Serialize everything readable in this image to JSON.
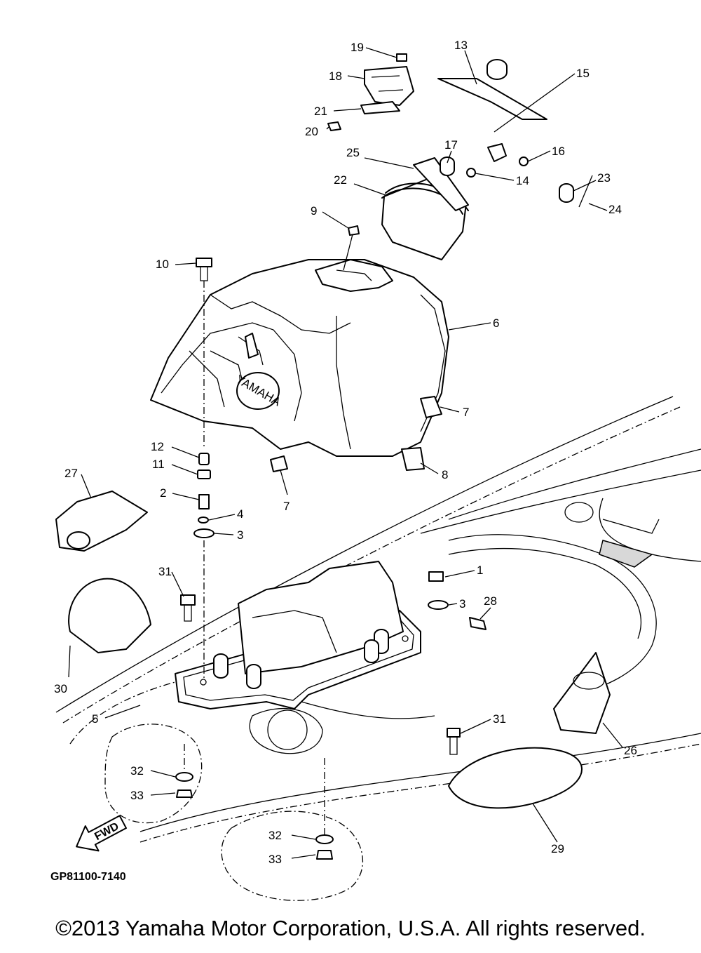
{
  "diagram": {
    "drawing_code": "GP81100-7140",
    "fwd_arrow_text": "FWD",
    "logo_text": "YAMAHA",
    "callouts": [
      {
        "id": "c19",
        "text": "19"
      },
      {
        "id": "c13",
        "text": "13"
      },
      {
        "id": "c18",
        "text": "18"
      },
      {
        "id": "c15",
        "text": "15"
      },
      {
        "id": "c21",
        "text": "21"
      },
      {
        "id": "c20",
        "text": "20"
      },
      {
        "id": "c17",
        "text": "17"
      },
      {
        "id": "c16",
        "text": "16"
      },
      {
        "id": "c25",
        "text": "25"
      },
      {
        "id": "c14",
        "text": "14"
      },
      {
        "id": "c22",
        "text": "22"
      },
      {
        "id": "c23",
        "text": "23"
      },
      {
        "id": "c24",
        "text": "24"
      },
      {
        "id": "c9",
        "text": "9"
      },
      {
        "id": "c10",
        "text": "10"
      },
      {
        "id": "c6",
        "text": "6"
      },
      {
        "id": "c7a",
        "text": "7"
      },
      {
        "id": "c12",
        "text": "12"
      },
      {
        "id": "c8",
        "text": "8"
      },
      {
        "id": "c11",
        "text": "11"
      },
      {
        "id": "c27",
        "text": "27"
      },
      {
        "id": "c7b",
        "text": "7"
      },
      {
        "id": "c2",
        "text": "2"
      },
      {
        "id": "c4",
        "text": "4"
      },
      {
        "id": "c3a",
        "text": "3"
      },
      {
        "id": "c31a",
        "text": "31"
      },
      {
        "id": "c1",
        "text": "1"
      },
      {
        "id": "c3b",
        "text": "3"
      },
      {
        "id": "c28",
        "text": "28"
      },
      {
        "id": "c30",
        "text": "30"
      },
      {
        "id": "c5",
        "text": "5"
      },
      {
        "id": "c31b",
        "text": "31"
      },
      {
        "id": "c26",
        "text": "26"
      },
      {
        "id": "c32a",
        "text": "32"
      },
      {
        "id": "c33a",
        "text": "33"
      },
      {
        "id": "c32b",
        "text": "32"
      },
      {
        "id": "c33b",
        "text": "33"
      },
      {
        "id": "c29",
        "text": "29"
      }
    ]
  },
  "footer": {
    "copyright": "©2013 Yamaha Motor Corporation, U.S.A. All rights reserved."
  }
}
